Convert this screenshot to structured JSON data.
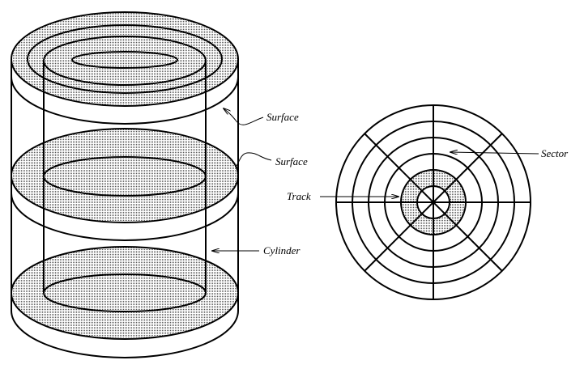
{
  "labels": {
    "surface_top": "Surface",
    "surface_middle": "Surface",
    "cylinder": "Cylinder",
    "track": "Track",
    "sector": "Sector"
  },
  "colors": {
    "ink": "#000000",
    "shade": "#b8b8b8"
  }
}
